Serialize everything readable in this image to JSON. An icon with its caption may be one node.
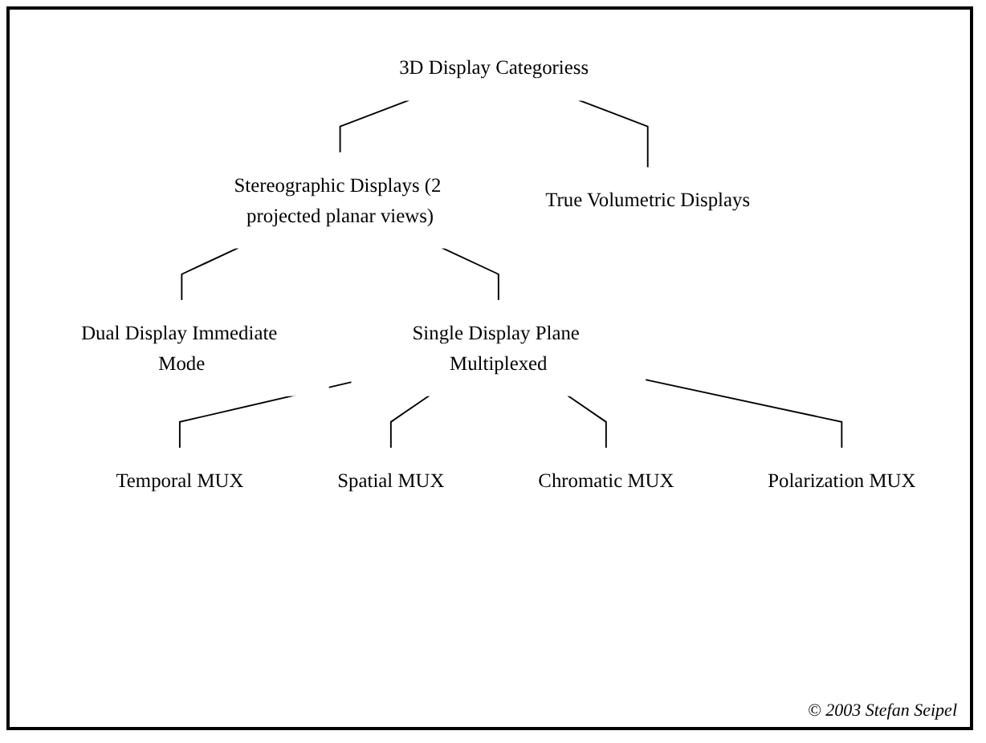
{
  "diagram": {
    "nodes": [
      {
        "text": [
          "3D Display Categoriess"
        ]
      },
      {
        "text": [
          "Stereographic Displays (2 projected planar views)"
        ]
      },
      {
        "text": [
          "True Volumetric Displays"
        ]
      },
      {
        "text": [
          "Dual Display Immediate Mode"
        ]
      },
      {
        "text": [
          "Single Display Plane Multiplexed"
        ]
      },
      {
        "text": [
          "Temporal MUX"
        ]
      },
      {
        "text": [
          "Spatial MUX"
        ]
      },
      {
        "text": [
          "Chromatic MUX"
        ]
      },
      {
        "text": [
          "Polarization MUX"
        ]
      }
    ],
    "edges": [
      {
        "from": 0,
        "to": 1,
        "arrow": "none"
      },
      {
        "from": 0,
        "to": 2,
        "arrow": "none"
      },
      {
        "from": 1,
        "to": 3,
        "arrow": "none"
      },
      {
        "from": 1,
        "to": 4,
        "arrow": "none"
      },
      {
        "from": 4,
        "to": 5,
        "arrow": "none"
      },
      {
        "from": 4,
        "to": 6,
        "arrow": "none"
      },
      {
        "from": 4,
        "to": 7,
        "arrow": "none"
      },
      {
        "from": 4,
        "to": 8,
        "arrow": "none"
      }
    ],
    "labels": [
      "© 2003 Stefan Seipel"
    ]
  }
}
